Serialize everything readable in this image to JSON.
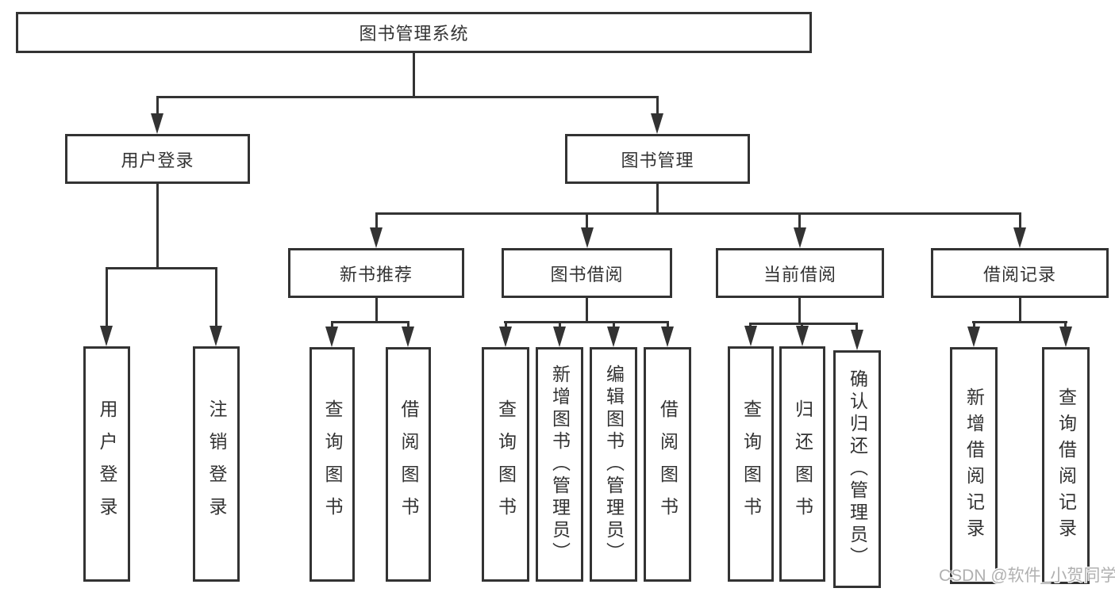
{
  "diagram": {
    "root": "图书管理系统",
    "level2": [
      "用户登录",
      "图书管理"
    ],
    "level3": [
      "新书推荐",
      "图书借阅",
      "当前借阅",
      "借阅记录"
    ],
    "leaves": {
      "user_login": [
        "用户登录",
        "注销登录"
      ],
      "new_book_recommend": [
        "查询图书",
        "借阅图书"
      ],
      "book_borrowing": [
        "查询图书",
        "新增图书（管理员）",
        "编辑图书（管理员）",
        "借阅图书"
      ],
      "current_borrowing": [
        "查询图书",
        "归还图书",
        "确认归还（管理员）"
      ],
      "borrowing_records": [
        "新增借阅记录",
        "查询借阅记录"
      ]
    },
    "watermark": "CSDN @软件_小贺同学",
    "colors": {
      "line": "#333333",
      "text": "#333333",
      "background": "#ffffff",
      "watermark_text": "#b0b0b0"
    }
  }
}
